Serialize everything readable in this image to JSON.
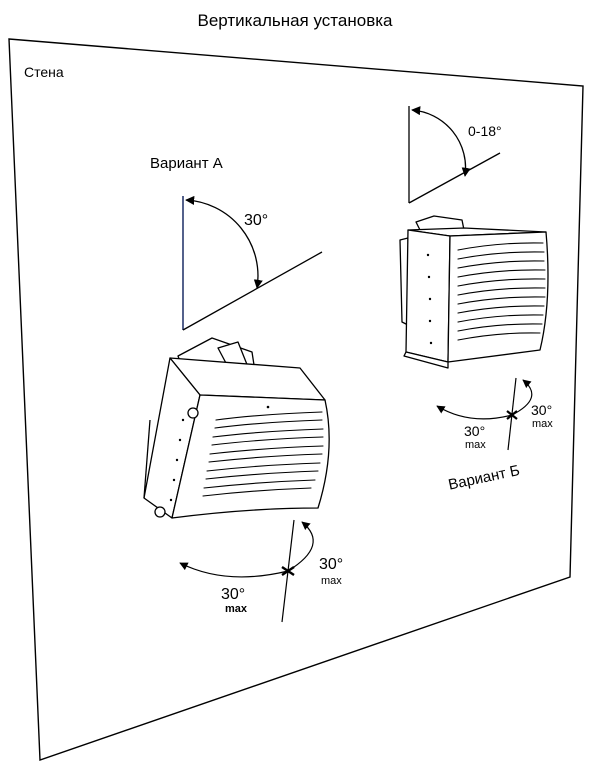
{
  "title": "Вертикальная установка",
  "wall_label": "Стена",
  "variant_a": {
    "label": "Вариант А",
    "tilt_angle": "30°",
    "rotation_left": {
      "angle": "30°",
      "max": "max"
    },
    "rotation_right": {
      "angle": "30°",
      "max": "max"
    }
  },
  "variant_b": {
    "label": "Вариант Б",
    "tilt_angle": "0-18°",
    "rotation_left": {
      "angle": "30°",
      "max": "max"
    },
    "rotation_right": {
      "angle": "30°",
      "max": "max"
    }
  }
}
